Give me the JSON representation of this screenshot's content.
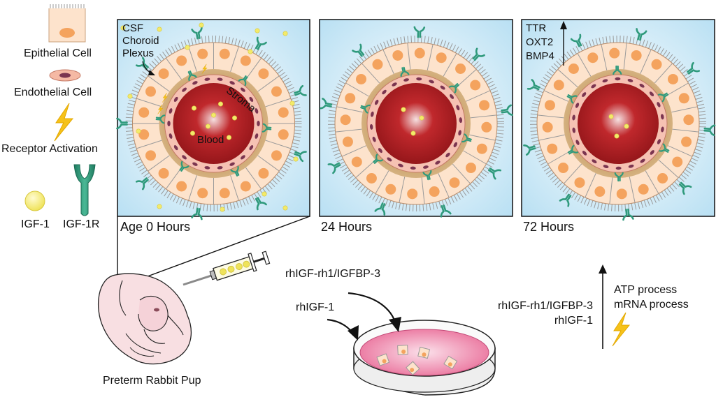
{
  "legend": {
    "epithelial": "Epithelial Cell",
    "endothelial": "Endothelial Cell",
    "receptor_activation": "Receptor Activation",
    "igf1": "IGF-1",
    "igf1r": "IGF-1R"
  },
  "panels": [
    {
      "time": "Age 0 Hours"
    },
    {
      "time": "24 Hours"
    },
    {
      "time": "72 Hours"
    }
  ],
  "panel0_labels": {
    "csf": "CSF",
    "choroid": "Choroid",
    "plexus": "Plexus",
    "stroma": "Stroma",
    "blood": "Blood"
  },
  "panel2_genes": [
    "TTR",
    "OXT2",
    "BMP4"
  ],
  "pup_label": "Preterm Rabbit Pup",
  "dish": {
    "label_top": "rhIGF-rh1/IGFBP-3",
    "label_left": "rhIGF-1"
  },
  "outcome": {
    "line1": "ATP process",
    "line2": "mRNA process",
    "treat1": "rhIGF-rh1/IGFBP-3",
    "treat2": "rhIGF-1"
  },
  "colors": {
    "csf_bg": "#cde9f6",
    "epithelium": "#fde3cc",
    "nucleus": "#f4a35e",
    "stroma": "#c9a064",
    "blood": "#a3191c",
    "receptor": "#2f9a7c",
    "igf1": "#f3ea6a",
    "bolt": "#f6c21a"
  }
}
